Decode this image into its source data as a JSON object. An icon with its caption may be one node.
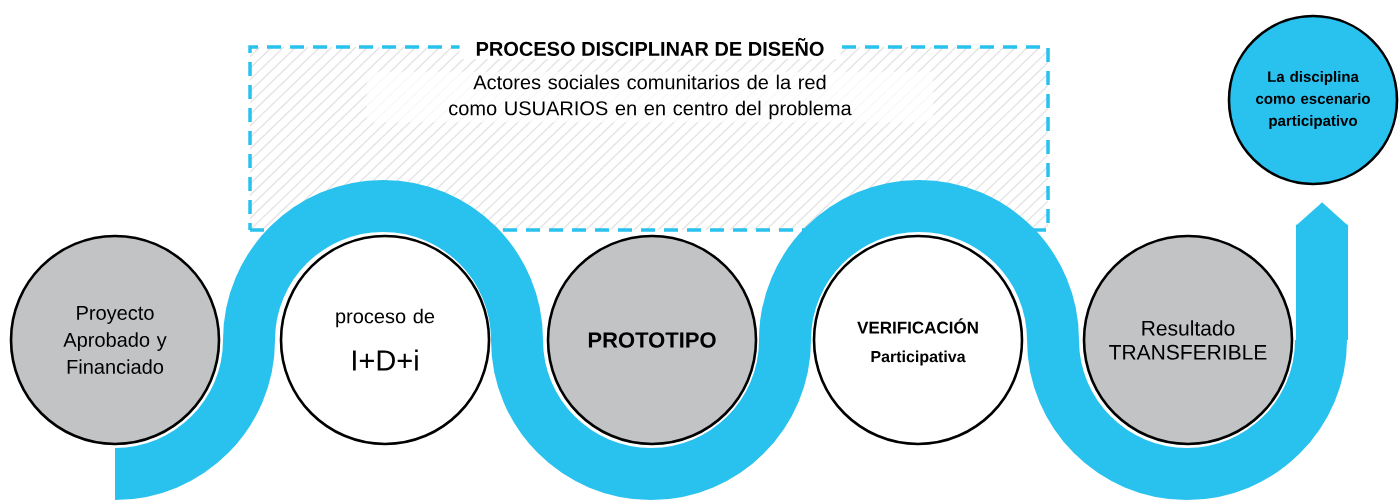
{
  "diagram": {
    "nodes": [
      {
        "text": [
          "PROCESO DISCIPLINAR DE DISEÑO",
          "Actores sociales comunitarios de la red como USUARIOS en en centro del problema"
        ]
      },
      {
        "text": [
          "Proyecto Aprobado y Financiado"
        ]
      },
      {
        "text": [
          "proceso de",
          "I+D+i"
        ]
      },
      {
        "text": [
          "PROTOTIPO"
        ]
      },
      {
        "text": [
          "VERIFICACIÓN",
          "Participativa"
        ]
      },
      {
        "text": [
          "Resultado TRANSFERIBLE"
        ]
      },
      {
        "text": [
          "La disciplina como escenario participativo"
        ]
      }
    ],
    "edges": [
      {
        "from": null,
        "to": 6,
        "arrow": "to"
      }
    ]
  }
}
